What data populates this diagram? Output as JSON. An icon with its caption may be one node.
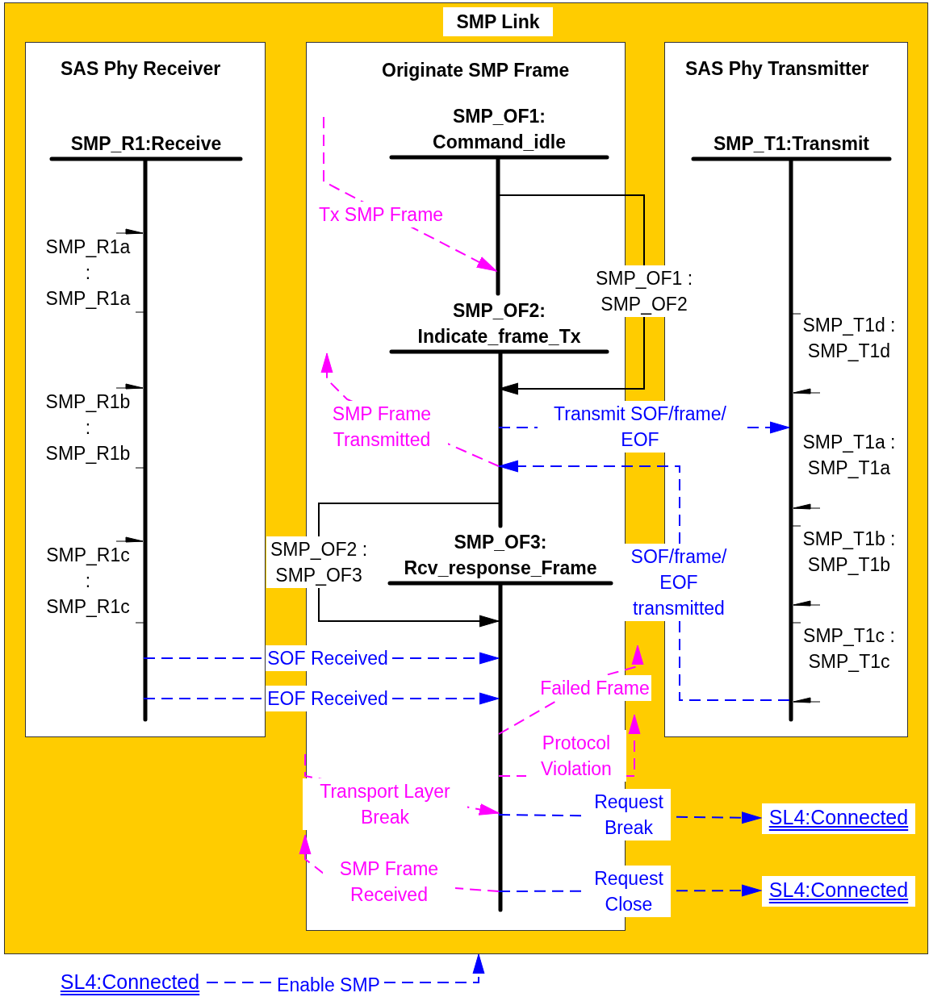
{
  "diagram": {
    "nodes": [
      {
        "text": [
          "SMP Link"
        ]
      },
      {
        "text": [
          "SAS Phy Receiver"
        ],
        "in": 0
      },
      {
        "text": [
          "SMP_R1:Receive",
          "SMP_R1a : SMP_R1a",
          "SMP_R1b : SMP_R1b",
          "SMP_R1c : SMP_R1c"
        ],
        "in": 1
      },
      {
        "text": [
          "Originate SMP Frame"
        ],
        "in": 0
      },
      {
        "text": [
          "SMP_OF1: Command_idle"
        ],
        "in": 3
      },
      {
        "text": [
          "SMP_OF2: Indicate_frame_Tx"
        ],
        "in": 3
      },
      {
        "text": [
          "SMP_OF3: Rcv_response_Frame"
        ],
        "in": 3
      },
      {
        "text": [
          "SAS Phy Transmitter"
        ],
        "in": 0
      },
      {
        "text": [
          "SMP_T1:Transmit",
          "SMP_T1d : SMP_T1d",
          "SMP_T1a : SMP_T1a",
          "SMP_T1b : SMP_T1b",
          "SMP_T1c : SMP_T1c"
        ],
        "in": 7
      },
      {
        "text": [
          "SL4:Connected"
        ]
      },
      {
        "text": [
          "SL4:Connected"
        ],
        "in": 0
      },
      {
        "text": [
          "SL4:Connected"
        ],
        "in": 0
      }
    ],
    "edges": [
      {
        "from": 4,
        "to": 5,
        "arrow": "to",
        "label": "SMP_OF1 : SMP_OF2",
        "color": "#000000"
      },
      {
        "from": 5,
        "to": 6,
        "arrow": "to",
        "label": "SMP_OF2 : SMP_OF3",
        "color": "#000000"
      },
      {
        "from": null,
        "to": 4,
        "arrow": "to",
        "label": "Tx SMP Frame",
        "style": "dashed",
        "color": "#ff00ff"
      },
      {
        "from": 5,
        "to": null,
        "arrow": "to",
        "label": "SMP Frame Transmitted",
        "style": "dashed",
        "color": "#ff00ff"
      },
      {
        "from": 5,
        "to": 8,
        "arrow": "to",
        "label": "Transmit SOF/frame/ EOF",
        "style": "dashed",
        "color": "#0000ff"
      },
      {
        "from": 8,
        "to": 5,
        "arrow": "to",
        "label": "SOF/frame/ EOF transmitted",
        "style": "dashed",
        "color": "#0000ff"
      },
      {
        "from": 2,
        "to": 6,
        "arrow": "to",
        "label": "SOF Received",
        "style": "dashed",
        "color": "#0000ff"
      },
      {
        "from": 2,
        "to": 6,
        "arrow": "to",
        "label": "EOF Received",
        "style": "dashed",
        "color": "#0000ff"
      },
      {
        "from": 6,
        "to": null,
        "arrow": "to",
        "label": "Failed Frame",
        "style": "dashed",
        "color": "#ff00ff"
      },
      {
        "from": 6,
        "to": null,
        "arrow": "to",
        "label": "Protocol Violation",
        "style": "dashed",
        "color": "#ff00ff"
      },
      {
        "from": null,
        "to": 6,
        "arrow": "to",
        "label": "Transport Layer Break",
        "style": "dashed",
        "color": "#ff00ff"
      },
      {
        "from": 6,
        "to": 10,
        "arrow": "to",
        "label": "Request Break",
        "style": "dashed",
        "color": "#0000ff"
      },
      {
        "from": 6,
        "to": null,
        "arrow": "to",
        "label": "SMP Frame Received",
        "style": "dashed",
        "color": "#ff00ff"
      },
      {
        "from": 6,
        "to": 11,
        "arrow": "to",
        "label": "Request Close",
        "style": "dashed",
        "color": "#0000ff"
      },
      {
        "from": 9,
        "to": 0,
        "arrow": "to",
        "label": "Enable SMP",
        "style": "dashed",
        "color": "#0000ff"
      }
    ]
  }
}
